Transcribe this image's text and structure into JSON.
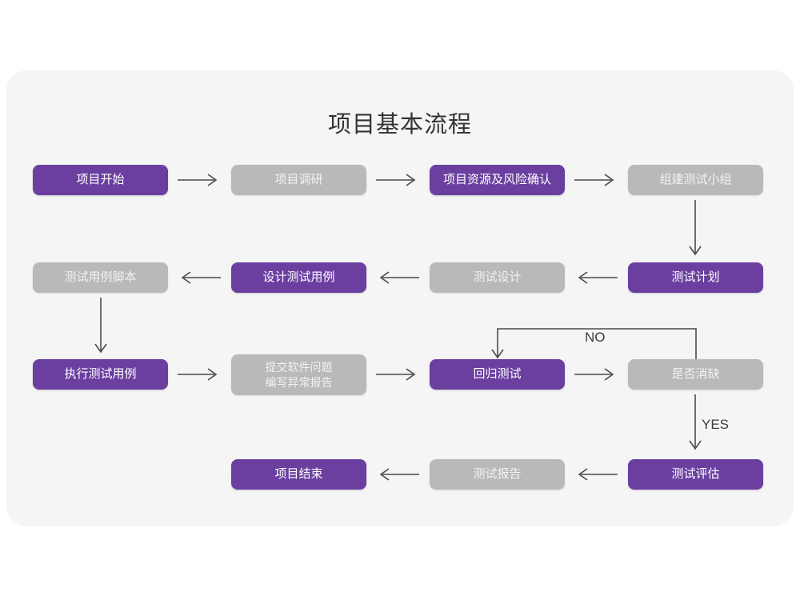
{
  "title": "项目基本流程",
  "colors": {
    "purple": "#6B3FA0",
    "gray": "#B9B9B9",
    "panel_background": "#F5F5F5",
    "page_background": "#FFFFFF",
    "arrow": "#4A4A4A",
    "title_text": "#333333"
  },
  "nodes": [
    {
      "id": "n1",
      "label": "项目开始",
      "style": "purple"
    },
    {
      "id": "n2",
      "label": "项目调研",
      "style": "gray"
    },
    {
      "id": "n3",
      "label": "项目资源及风险确认",
      "style": "purple"
    },
    {
      "id": "n4",
      "label": "组建测试小组",
      "style": "gray"
    },
    {
      "id": "n5",
      "label": "测试计划",
      "style": "purple"
    },
    {
      "id": "n6",
      "label": "测试设计",
      "style": "gray"
    },
    {
      "id": "n7",
      "label": "设计测试用例",
      "style": "purple"
    },
    {
      "id": "n8",
      "label": "测试用例脚本",
      "style": "gray"
    },
    {
      "id": "n9",
      "label": "执行测试用例",
      "style": "purple"
    },
    {
      "id": "n10",
      "label": "提交软件问题\n编写异常报告",
      "style": "gray"
    },
    {
      "id": "n11",
      "label": "回归测试",
      "style": "purple"
    },
    {
      "id": "n12",
      "label": "是否消缺",
      "style": "gray"
    },
    {
      "id": "n13",
      "label": "测试评估",
      "style": "purple"
    },
    {
      "id": "n14",
      "label": "测试报告",
      "style": "gray"
    },
    {
      "id": "n15",
      "label": "项目结束",
      "style": "purple"
    }
  ],
  "edge_labels": {
    "no": "NO",
    "yes": "YES"
  },
  "chart_data": {
    "type": "diagram",
    "diagram_kind": "flowchart",
    "title": "项目基本流程",
    "nodes": [
      {
        "id": "n1",
        "label": "项目开始",
        "fill": "purple",
        "row": 1,
        "col": 1
      },
      {
        "id": "n2",
        "label": "项目调研",
        "fill": "gray",
        "row": 1,
        "col": 2
      },
      {
        "id": "n3",
        "label": "项目资源及风险确认",
        "fill": "purple",
        "row": 1,
        "col": 3
      },
      {
        "id": "n4",
        "label": "组建测试小组",
        "fill": "gray",
        "row": 1,
        "col": 4
      },
      {
        "id": "n5",
        "label": "测试计划",
        "fill": "purple",
        "row": 2,
        "col": 4
      },
      {
        "id": "n6",
        "label": "测试设计",
        "fill": "gray",
        "row": 2,
        "col": 3
      },
      {
        "id": "n7",
        "label": "设计测试用例",
        "fill": "purple",
        "row": 2,
        "col": 2
      },
      {
        "id": "n8",
        "label": "测试用例脚本",
        "fill": "gray",
        "row": 2,
        "col": 1
      },
      {
        "id": "n9",
        "label": "执行测试用例",
        "fill": "purple",
        "row": 3,
        "col": 1
      },
      {
        "id": "n10",
        "label": "提交软件问题 编写异常报告",
        "fill": "gray",
        "row": 3,
        "col": 2
      },
      {
        "id": "n11",
        "label": "回归测试",
        "fill": "purple",
        "row": 3,
        "col": 3
      },
      {
        "id": "n12",
        "label": "是否消缺",
        "fill": "gray",
        "row": 3,
        "col": 4
      },
      {
        "id": "n13",
        "label": "测试评估",
        "fill": "purple",
        "row": 4,
        "col": 4
      },
      {
        "id": "n14",
        "label": "测试报告",
        "fill": "gray",
        "row": 4,
        "col": 3
      },
      {
        "id": "n15",
        "label": "项目结束",
        "fill": "purple",
        "row": 4,
        "col": 2
      }
    ],
    "edges": [
      {
        "from": "n1",
        "to": "n2",
        "label": "",
        "direction": "right"
      },
      {
        "from": "n2",
        "to": "n3",
        "label": "",
        "direction": "right"
      },
      {
        "from": "n3",
        "to": "n4",
        "label": "",
        "direction": "right"
      },
      {
        "from": "n4",
        "to": "n5",
        "label": "",
        "direction": "down"
      },
      {
        "from": "n5",
        "to": "n6",
        "label": "",
        "direction": "left"
      },
      {
        "from": "n6",
        "to": "n7",
        "label": "",
        "direction": "left"
      },
      {
        "from": "n7",
        "to": "n8",
        "label": "",
        "direction": "left"
      },
      {
        "from": "n8",
        "to": "n9",
        "label": "",
        "direction": "down"
      },
      {
        "from": "n9",
        "to": "n10",
        "label": "",
        "direction": "right"
      },
      {
        "from": "n10",
        "to": "n11",
        "label": "",
        "direction": "right"
      },
      {
        "from": "n11",
        "to": "n12",
        "label": "",
        "direction": "right"
      },
      {
        "from": "n12",
        "to": "n11",
        "label": "NO",
        "direction": "loop-up-left"
      },
      {
        "from": "n12",
        "to": "n13",
        "label": "YES",
        "direction": "down"
      },
      {
        "from": "n13",
        "to": "n14",
        "label": "",
        "direction": "left"
      },
      {
        "from": "n14",
        "to": "n15",
        "label": "",
        "direction": "left"
      }
    ]
  }
}
